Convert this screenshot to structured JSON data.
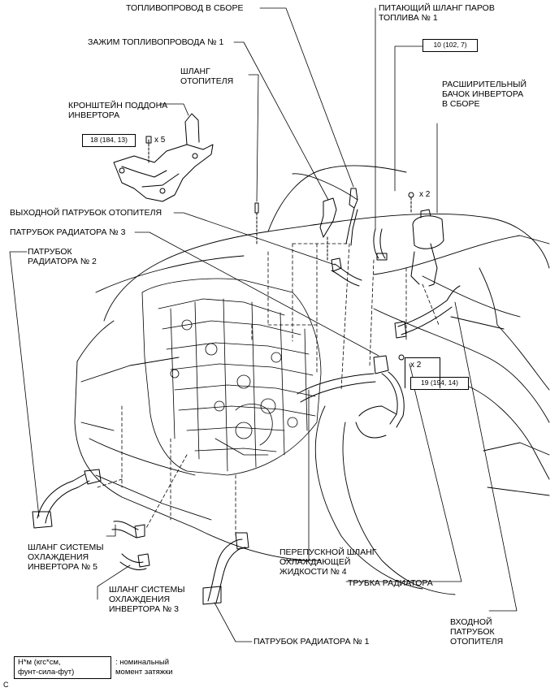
{
  "labels": {
    "fuel_tube_assembly": "ТОПЛИВОПРОВОД В СБОРЕ",
    "fuel_vapor_feed_hose": "ПИТАЮЩИЙ ШЛАНГ ПАРОВ\nТОПЛИВА № 1",
    "fuel_tube_clamp": "ЗАЖИМ ТОПЛИВОПРОВОДА № 1",
    "heater_hose": "ШЛАНГ\nОТОПИТЕЛЯ",
    "inverter_reservoir": "РАСШИРИТЕЛЬНЫЙ\nБАЧОК ИНВЕРТОРА\nВ СБОРЕ",
    "inverter_tray_bracket": "КРОНШТЕЙН ПОДДОНА\nИНВЕРТОРА",
    "heater_outlet_pipe": "ВЫХОДНОЙ ПАТРУБОК ОТОПИТЕЛЯ",
    "radiator_pipe_3": "ПАТРУБОК РАДИАТОРА № 3",
    "radiator_pipe_2": "ПАТРУБОК\nРАДИАТОРА № 2",
    "inverter_cooling_hose_5": "ШЛАНГ СИСТЕМЫ\nОХЛАЖДЕНИЯ\nИНВЕРТОРА № 5",
    "inverter_cooling_hose_3": "ШЛАНГ СИСТЕМЫ\nОХЛАЖДЕНИЯ\nИНВЕРТОРА № 3",
    "coolant_bypass_hose_4": "ПЕРЕПУСКНОЙ ШЛАНГ\nОХЛАЖДАЮЩЕЙ\nЖИДКОСТИ № 4",
    "radiator_tube": "ТРУБКА РАДИАТОРА",
    "radiator_pipe_1": "ПАТРУБОК РАДИАТОРА № 1",
    "heater_inlet_pipe": "ВХОДНОЙ\nПАТРУБОК\nОТОПИТЕЛЯ"
  },
  "torques": {
    "t_10": "10 (102, 7)",
    "t_18": "18 (184, 13)",
    "t_19": "19 (194, 14)"
  },
  "quantities": {
    "x5": "x 5",
    "x2_reservoir": "x 2",
    "x2_pipe": "x 2"
  },
  "legend": {
    "unit": "Н*м (кгс*см,\nфунт-сила-фут)",
    "meaning": ": номинальный\nмомент затяжки"
  },
  "corner_mark": "C"
}
